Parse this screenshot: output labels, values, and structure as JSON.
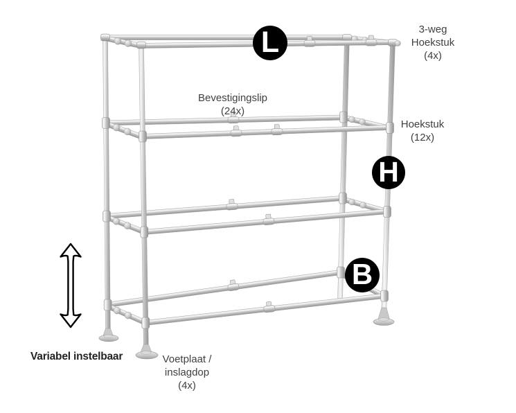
{
  "diagram": {
    "badges": [
      {
        "id": "length-marker",
        "letter": "L"
      },
      {
        "id": "height-marker",
        "letter": "H"
      },
      {
        "id": "width-marker",
        "letter": "B"
      }
    ],
    "labels": {
      "three_way_corner": {
        "lines": [
          "3-weg",
          "Hoekstuk",
          "(4x)"
        ]
      },
      "mounting_clip": {
        "lines": [
          "Bevestigingslip",
          "(24x)"
        ]
      },
      "corner_piece": {
        "lines": [
          "Hoekstuk",
          "(12x)"
        ]
      },
      "adjustable_note": {
        "text": "Variabel instelbaar"
      },
      "foot_plate": {
        "lines": [
          "Voetplaat /",
          "inslagdop",
          "(4x)"
        ]
      }
    },
    "icons": {
      "double_arrow": "↕"
    },
    "colors": {
      "background": "#ffffff",
      "badge_background": "#000000",
      "badge_letter": "#ffffff",
      "label_text": "#404040",
      "note_text": "#222222",
      "tube_highlight": "#f8f8f8",
      "tube_mid": "#c2c2c2",
      "tube_shadow": "#939393",
      "arrow_outline": "#000000",
      "arrow_fill": "#ffffff"
    }
  }
}
